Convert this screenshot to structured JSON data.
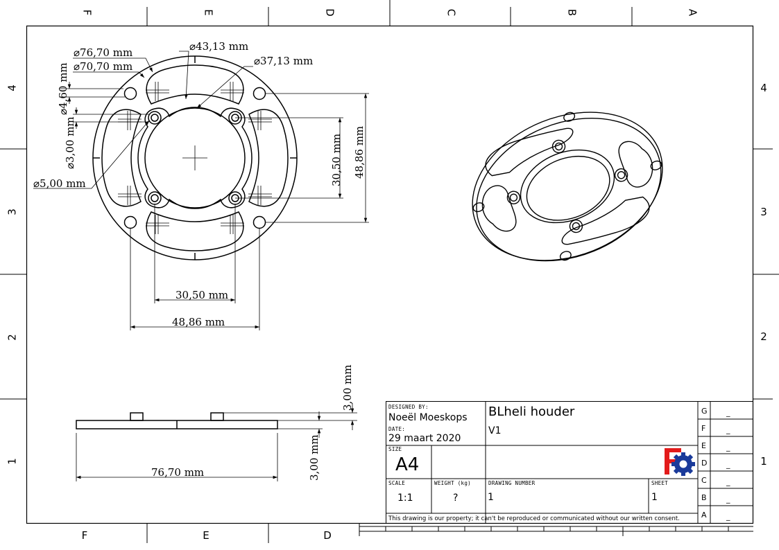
{
  "sheet": {
    "columns_top": [
      "F",
      "E",
      "D",
      "C",
      "B",
      "A"
    ],
    "columns_bottom": [
      "F",
      "E",
      "D"
    ],
    "rows_left": [
      "4",
      "3",
      "2",
      "1"
    ],
    "rows_right": [
      "4",
      "3",
      "2",
      "1"
    ]
  },
  "dimensions": {
    "top_view": {
      "d_outer": "⌀76,70 mm",
      "d_slot_outer": "⌀70,70 mm",
      "d_ring_outer": "⌀43,13 mm",
      "d_ring_inner": "⌀37,13 mm",
      "d_hole_small": "⌀4,60 mm",
      "d_screw": "⌀3,00 mm",
      "d_boss": "⌀5,00 mm",
      "v_inner_spacing": "30,50 mm",
      "v_outer_spacing": "48,86 mm",
      "h_inner_spacing": "30,50 mm",
      "h_outer_spacing": "48,86 mm"
    },
    "side_view": {
      "boss_height": "3,00 mm",
      "plate_thickness": "3,00 mm",
      "overall_width": "76,70 mm"
    }
  },
  "title_block": {
    "designed_by_label": "DESIGNED BY:",
    "designed_by": "Noeël Moeskops",
    "date_label": "DATE:",
    "date": "29 maart 2020",
    "title": "BLheli houder",
    "version": "V1",
    "size_label": "SIZE",
    "size": "A4",
    "scale_label": "SCALE",
    "scale": "1:1",
    "weight_label": "WEIGHT (kg)",
    "weight": "?",
    "drawing_number_label": "DRAWING NUMBER",
    "drawing_number": "1",
    "sheet_label": "SHEET",
    "sheet": "1",
    "disclaimer": "This drawing is our property; it can't be reproduced or communicated without our written consent.",
    "revisions": [
      {
        "letter": "G",
        "value": "_"
      },
      {
        "letter": "F",
        "value": "_"
      },
      {
        "letter": "E",
        "value": "_"
      },
      {
        "letter": "D",
        "value": "_"
      },
      {
        "letter": "C",
        "value": "_"
      },
      {
        "letter": "B",
        "value": "_"
      },
      {
        "letter": "A",
        "value": "_"
      }
    ]
  },
  "logo": {
    "icon": "freecad-logo-icon",
    "red": "#e31b1b",
    "blue": "#1a3a9a"
  }
}
